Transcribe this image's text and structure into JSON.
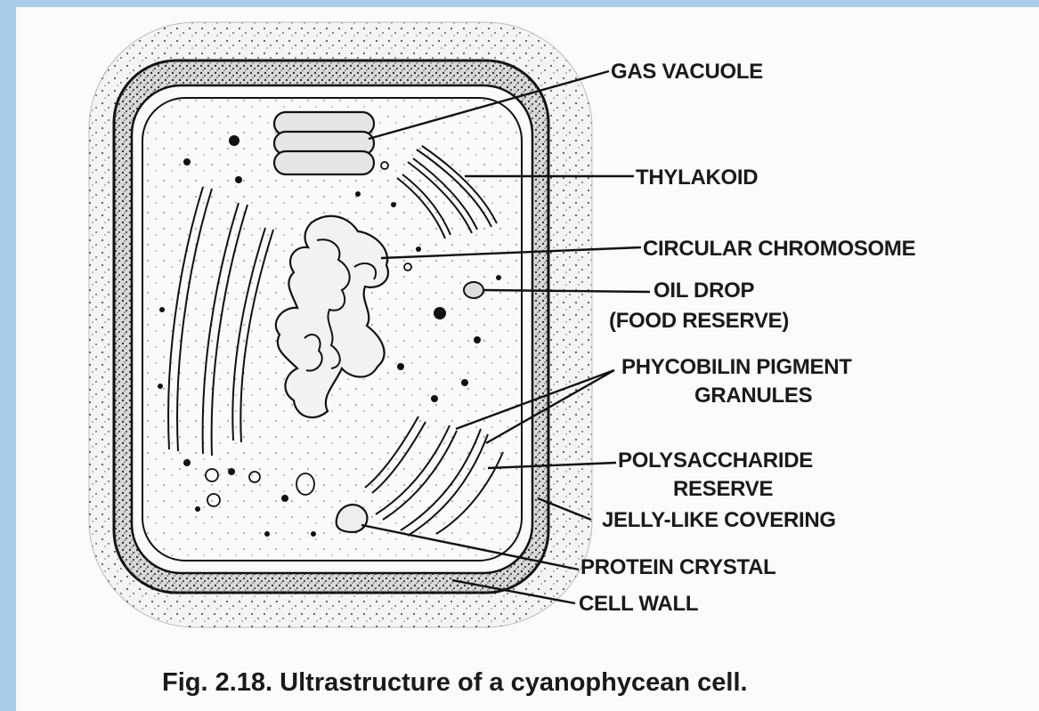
{
  "labels": {
    "gas_vacuole": "GAS VACUOLE",
    "thylakoid": "THYLAKOID",
    "circular_chromosome": "CIRCULAR CHROMOSOME",
    "oil_drop_line1": "OIL DROP",
    "oil_drop_line2": "(FOOD RESERVE)",
    "phycobilin_line1": "PHYCOBILIN PIGMENT",
    "phycobilin_line2": "GRANULES",
    "polysaccharide_line1": "POLYSACCHARIDE",
    "polysaccharide_line2": "RESERVE",
    "jelly_covering": "JELLY-LIKE COVERING",
    "protein_crystal": "PROTEIN CRYSTAL",
    "cell_wall": "CELL WALL"
  },
  "caption": "Fig. 2.18. Ultrastructure of a cyanophycean cell.",
  "colors": {
    "background": "#a9cde9",
    "paper": "#fbfbfb",
    "ink": "#1a1a1a"
  }
}
